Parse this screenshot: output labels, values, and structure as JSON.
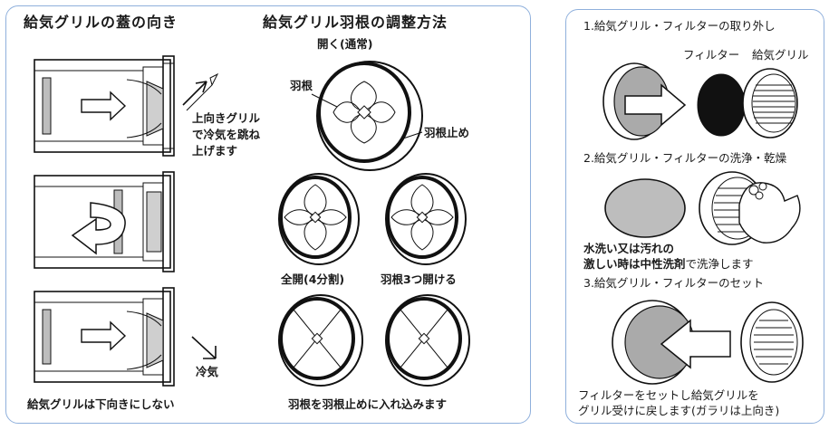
{
  "left": {
    "title_direction": "給気グリルの蓋の向き",
    "title_adjust": "給気グリル羽根の調整方法",
    "up_note": [
      "上向きグリル",
      "で冷気を跳ね",
      "上げます"
    ],
    "cold_air": "冷気",
    "bottom_note": "給気グリルは下向きにしない",
    "open_normal": "開く(通常)",
    "vane": "羽根",
    "vane_stop": "羽根止め",
    "full_open": "全開(4分割)",
    "three_open": "羽根3つ開ける",
    "insert_note": "羽根を羽根止めに入れ込みます"
  },
  "right": {
    "step1": "1.給気グリル・フィルターの取り外し",
    "filter_label": "フィルター",
    "grill_label": "給気グリル",
    "step2": "2.給気グリル・フィルターの洗浄・乾燥",
    "wash_note_1": "水洗い又は汚れの",
    "wash_note_2a": "激しい時は中性洗剤",
    "wash_note_2b": "で洗浄します",
    "step3": "3.給気グリル・フィルターのセット",
    "set_note_1": "フィルターをセットし給気グリルを",
    "set_note_2": "グリル受けに戻します(ガラリは上向き)"
  }
}
